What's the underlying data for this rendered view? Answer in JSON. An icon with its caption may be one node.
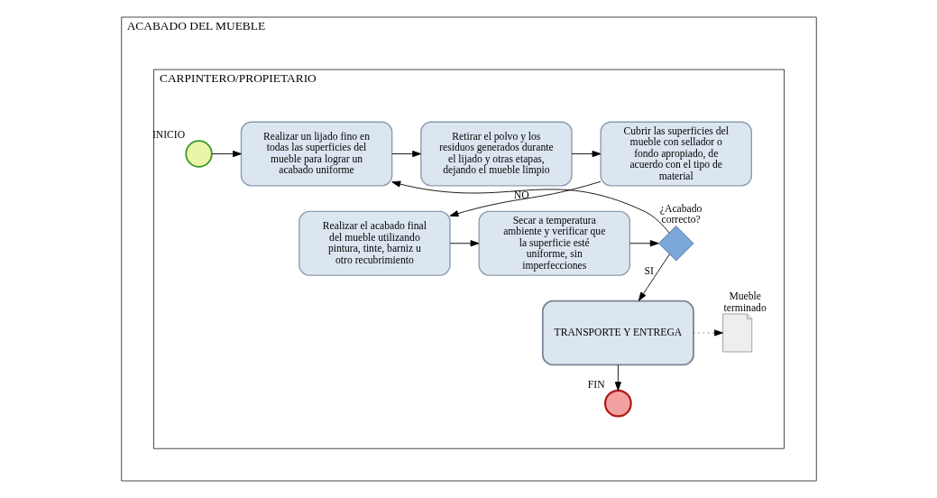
{
  "diagram": {
    "nodes": [
      {
        "text": [
          "ACABADO DEL MUEBLE"
        ]
      },
      {
        "text": [
          "CARPINTERO/PROPIETARIO"
        ],
        "in": 0
      },
      {
        "text": [],
        "shape": "circle",
        "beside": [
          "INICIO"
        ],
        "in": 1
      },
      {
        "text": [
          "Realizar un lijado fino en todas las superficies del mueble para lograr un acabado uniforme"
        ],
        "in": 1
      },
      {
        "text": [
          "Retirar el polvo y los residuos generados durante el lijado y otras etapas, dejando el mueble limpio"
        ],
        "in": 1
      },
      {
        "text": [
          "Cubrir las superficies del mueble con sellador o fondo apropiado, de acuerdo con el tipo de material"
        ],
        "in": 1
      },
      {
        "text": [
          "Realizar el acabado final del mueble utilizando pintura, tinte, barniz u otro recubrimiento"
        ],
        "in": 1
      },
      {
        "text": [
          "Secar a temperatura ambiente y verificar que la superficie esté uniforme, sin imperfecciones"
        ],
        "in": 1
      },
      {
        "text": [],
        "shape": "diamond",
        "beside": [
          "¿Acabado correcto?"
        ],
        "in": 1
      },
      {
        "text": [
          "TRANSPORTE Y ENTREGA"
        ],
        "in": 1
      },
      {
        "text": [],
        "shape": "document",
        "beside": [
          "Mueble terminado"
        ],
        "in": 1
      },
      {
        "text": [],
        "shape": "circle",
        "beside": [
          "FIN"
        ],
        "in": 1
      }
    ],
    "edges": [
      {
        "from": 2,
        "to": 3,
        "arrow": "to"
      },
      {
        "from": 3,
        "to": 4,
        "arrow": "to"
      },
      {
        "from": 4,
        "to": 5,
        "arrow": "to"
      },
      {
        "from": 5,
        "to": 6,
        "arrow": "to"
      },
      {
        "from": 6,
        "to": 7,
        "arrow": "to"
      },
      {
        "from": 7,
        "to": 8,
        "arrow": "to"
      },
      {
        "from": 8,
        "to": 3,
        "arrow": "to",
        "label": "NO"
      },
      {
        "from": 8,
        "to": 9,
        "arrow": "to",
        "label": "SI"
      },
      {
        "from": 9,
        "to": 10,
        "arrow": "to",
        "style": "dashed"
      },
      {
        "from": 9,
        "to": 11,
        "arrow": "to"
      }
    ]
  }
}
